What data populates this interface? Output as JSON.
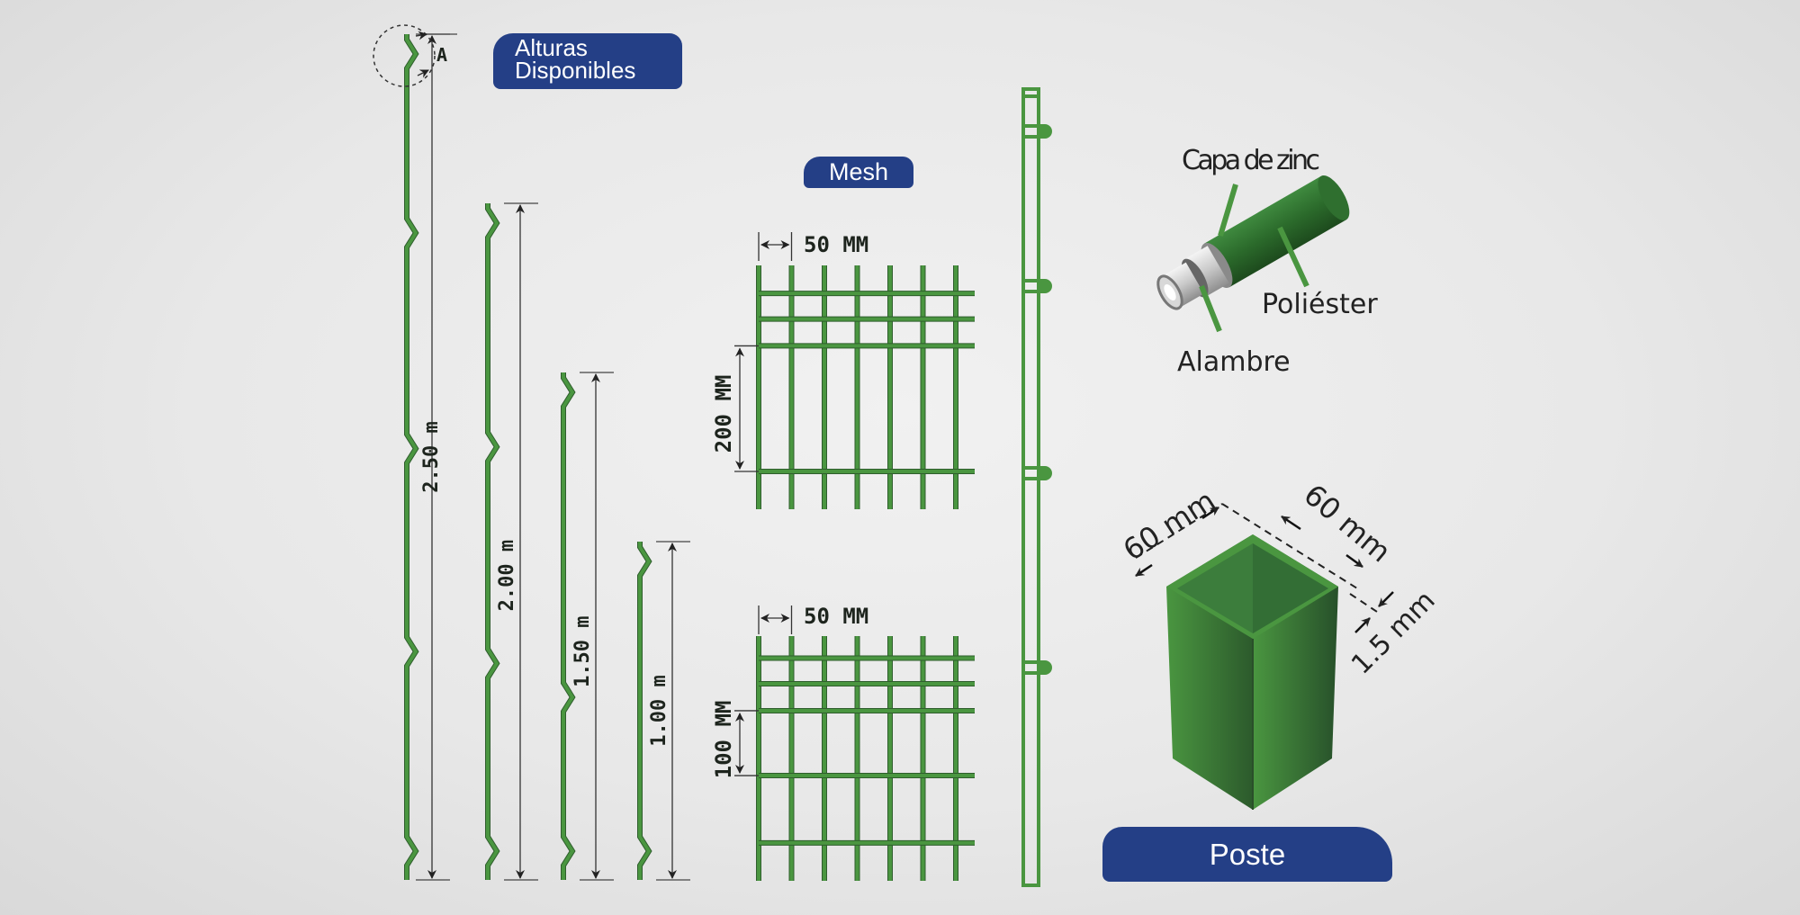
{
  "titles": {
    "alturas": "Alturas Disponibles",
    "mesh": "Mesh",
    "poste": "Poste"
  },
  "colors": {
    "green": "#4a9640",
    "green_dark": "#2c5a2c",
    "navy": "#243f86",
    "dim_line": "#333333"
  },
  "fence_panels": [
    {
      "height_label": "2.50 m",
      "height_m": 2.5
    },
    {
      "height_label": "2.00 m",
      "height_m": 2.0
    },
    {
      "height_label": "1.50 m",
      "height_m": 1.5
    },
    {
      "height_label": "1.00 m",
      "height_m": 1.0
    }
  ],
  "detail_marker": "A",
  "mesh_top": {
    "width_label": "50 MM",
    "height_label": "200 MM"
  },
  "mesh_bottom": {
    "width_label": "50 MM",
    "height_label": "100 MM"
  },
  "wire_layers": {
    "zinc": "Capa de zinc",
    "polyester": "Poliéster",
    "wire": "Alambre"
  },
  "post_dims": {
    "side_a": "60 mm",
    "side_b": "60 mm",
    "thickness": "1.5 mm"
  }
}
